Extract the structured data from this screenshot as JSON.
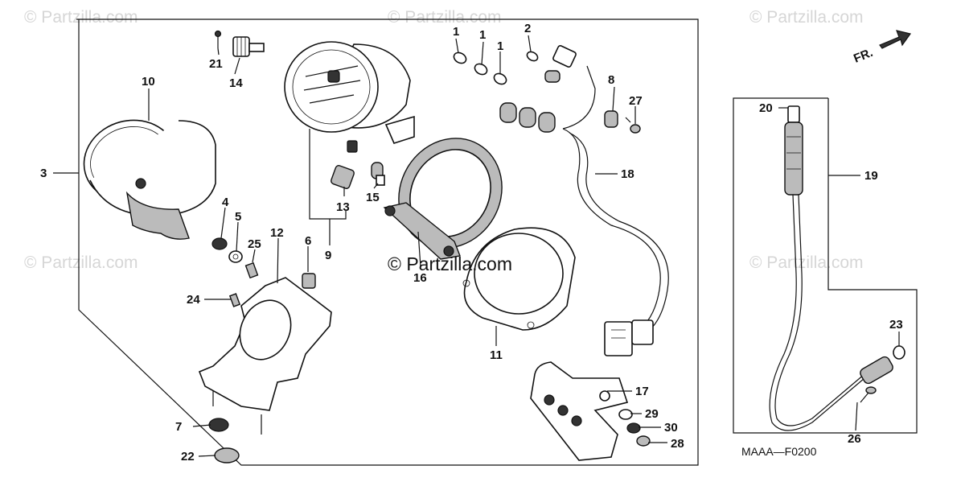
{
  "watermarks": {
    "top_left": "© Partzilla.com",
    "top_center": "© Partzilla.com",
    "top_right": "© Partzilla.com",
    "mid_left": "© Partzilla.com",
    "mid_right": "© Partzilla.com",
    "center": "© Partzilla.com"
  },
  "direction_marker": "FR.",
  "diagram_code": "MAAA—F0200",
  "callouts": {
    "c1a": "1",
    "c1b": "1",
    "c1c": "1",
    "c2": "2",
    "c3": "3",
    "c4": "4",
    "c5": "5",
    "c6": "6",
    "c7": "7",
    "c8": "8",
    "c9": "9",
    "c10": "10",
    "c11": "11",
    "c12": "12",
    "c13": "13",
    "c14": "14",
    "c15": "15",
    "c16": "16",
    "c17": "17",
    "c18": "18",
    "c19": "19",
    "c20": "20",
    "c21": "21",
    "c22": "22",
    "c23": "23",
    "c24": "24",
    "c25": "25",
    "c26": "26",
    "c27": "27",
    "c28": "28",
    "c29": "29",
    "c30": "30"
  }
}
